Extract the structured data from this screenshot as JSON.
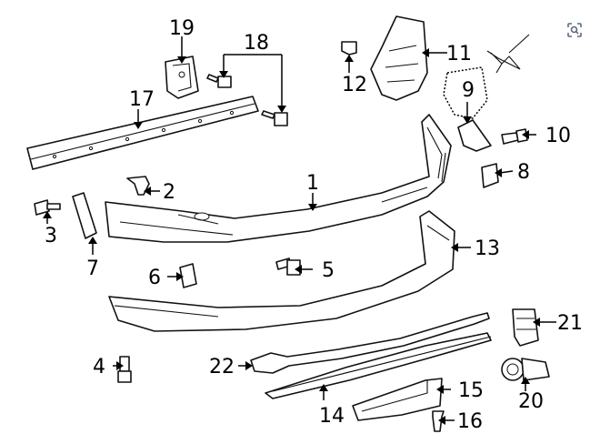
{
  "callouts": {
    "c1": "1",
    "c2": "2",
    "c3": "3",
    "c4": "4",
    "c5": "5",
    "c6": "6",
    "c7": "7",
    "c8": "8",
    "c9": "9",
    "c10": "10",
    "c11": "11",
    "c12": "12",
    "c13": "13",
    "c14": "14",
    "c15": "15",
    "c16": "16",
    "c17": "17",
    "c18": "18",
    "c19": "19",
    "c20": "20",
    "c21": "21",
    "c22": "22"
  },
  "toolbar": {
    "lens_icon": "visual-search-icon"
  },
  "colors": {
    "line": "#111111",
    "background": "#ffffff",
    "icon": "#5f6b7a"
  }
}
